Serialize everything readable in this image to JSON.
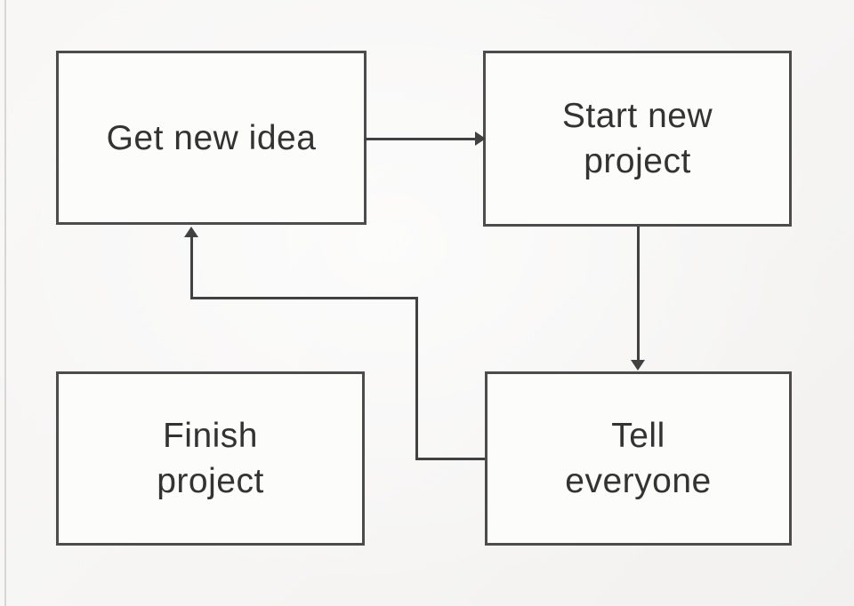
{
  "diagram": {
    "type": "flowchart",
    "colors": {
      "background": "#f6f5f4",
      "node_fill": "#fcfcfb",
      "node_border": "#4c4c4c",
      "edge_line": "#414141",
      "text": "#333333"
    },
    "nodes": {
      "get_new_idea": {
        "label": "Get new idea"
      },
      "start_new_project": {
        "line1": "Start new",
        "line2": "project"
      },
      "tell_everyone": {
        "line1": "Tell",
        "line2": "everyone"
      },
      "finish_project": {
        "line1": "Finish",
        "line2": "project"
      }
    },
    "edges": [
      {
        "from": "get-new-idea",
        "to": "start-new-project",
        "style": "arrow-right"
      },
      {
        "from": "start-new-project",
        "to": "tell-everyone",
        "style": "arrow-down"
      },
      {
        "from": "tell-everyone",
        "to": "get-new-idea",
        "style": "arrow-elbow-up"
      }
    ]
  }
}
